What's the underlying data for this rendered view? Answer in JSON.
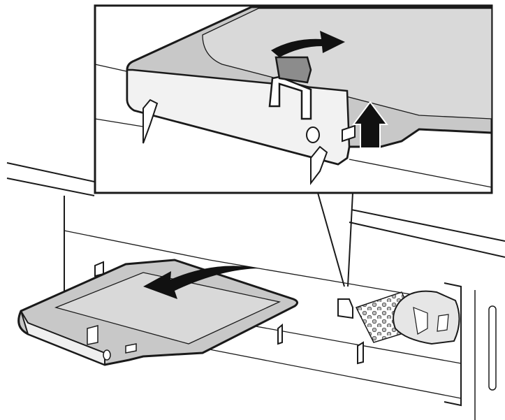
{
  "diagram": {
    "colors": {
      "line": "#1a1a1a",
      "panel": "#c8c8c8",
      "panel_light": "#e4e4e4",
      "panel_face": "#f2f2f2",
      "handle": "#8c8c8c",
      "arrow": "#111111",
      "background": "#ffffff"
    },
    "parts": {
      "detail_view": "zoom-inset",
      "cover": "bulb-cover-plate",
      "bulb": "light-bulb",
      "grille": "perforated-grille",
      "arrows": [
        "lift-arrow",
        "push-back-arrow",
        "remove-arrow"
      ]
    }
  }
}
